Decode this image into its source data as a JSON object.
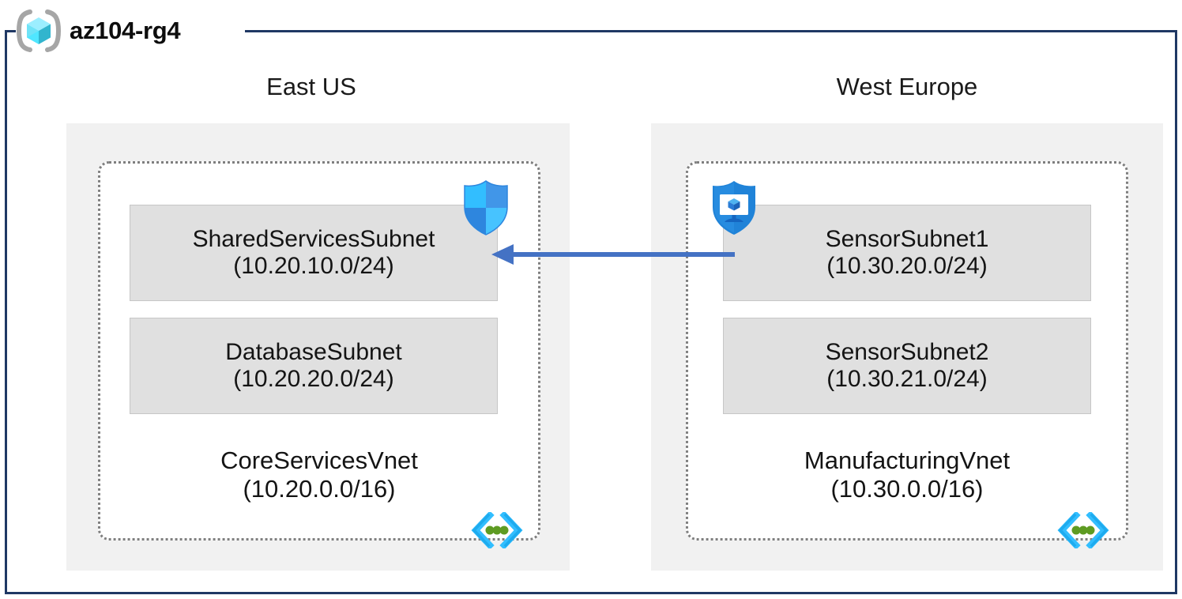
{
  "resource_group": {
    "name": "az104-rg4",
    "icon": "resource-group-icon"
  },
  "regions": [
    {
      "label": "East US"
    },
    {
      "label": "West Europe"
    }
  ],
  "vnets": [
    {
      "name": "CoreServicesVnet",
      "cidr": "(10.20.0.0/16)",
      "region": "East US",
      "icon": "virtual-network-icon",
      "subnets": [
        {
          "name": "SharedServicesSubnet",
          "cidr": "(10.20.10.0/24)",
          "icon": "network-security-group-icon"
        },
        {
          "name": "DatabaseSubnet",
          "cidr": "(10.20.20.0/24)",
          "icon": null
        }
      ]
    },
    {
      "name": "ManufacturingVnet",
      "cidr": "(10.30.0.0/16)",
      "region": "West Europe",
      "icon": "virtual-network-icon",
      "subnets": [
        {
          "name": "SensorSubnet1",
          "cidr": "(10.30.20.0/24)",
          "icon": "bastion-icon"
        },
        {
          "name": "SensorSubnet2",
          "cidr": "(10.30.21.0/24)",
          "icon": null
        }
      ]
    }
  ],
  "connection": {
    "name": "vnet-peering-arrow",
    "direction": "right-to-left",
    "from": "ManufacturingVnet",
    "to": "CoreServicesVnet"
  },
  "colors": {
    "frame_border": "#1F3864",
    "region_fill": "#F1F1F1",
    "vnet_border": "#7F7F7F",
    "subnet_fill": "#E0E0E0",
    "subnet_border": "#C6C6C6",
    "arrow": "#4472C4",
    "icon_cube_cyan": "#50E6FF",
    "icon_bracket_gray": "#A6A6A6",
    "shield_light": "#32BEFF",
    "shield_dark": "#3A8CE0",
    "bastion_shield": "#1E88E5",
    "vnet_icon_blue": "#32BEFF",
    "vnet_icon_green": "#5E9B22"
  }
}
